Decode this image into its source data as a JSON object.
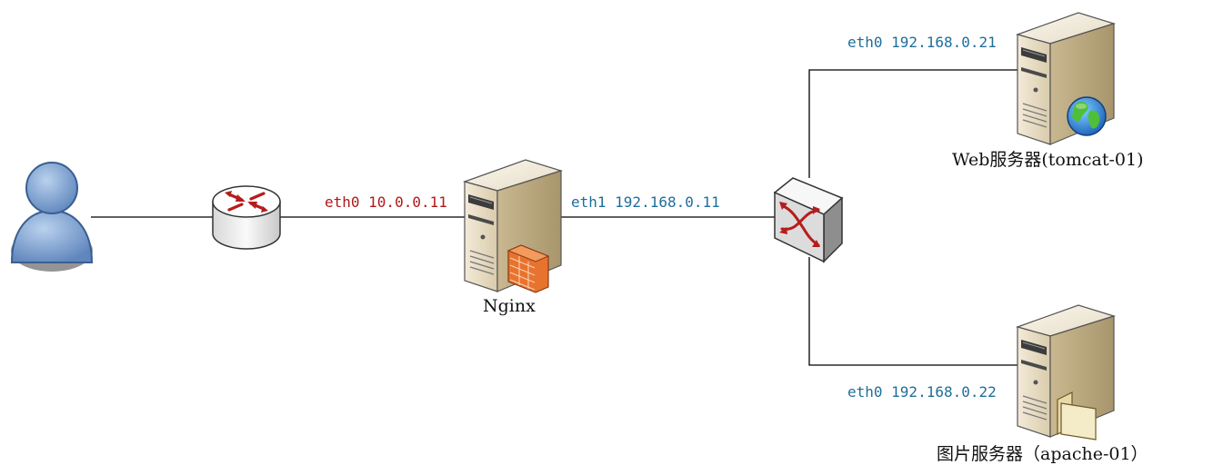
{
  "nodes": {
    "user": {
      "icon": "user-icon"
    },
    "router": {
      "icon": "router-icon"
    },
    "nginx": {
      "icon": "server-firewall-icon",
      "name": "Nginx"
    },
    "switch": {
      "icon": "switch-icon"
    },
    "tomcat": {
      "icon": "server-globe-icon",
      "name": "Web服务器(tomcat-01)"
    },
    "apache": {
      "icon": "server-folder-icon",
      "name": "图片服务器（apache-01）"
    }
  },
  "labels": {
    "nginx_eth0": "eth0 10.0.0.11",
    "nginx_eth1": "eth1 192.168.0.11",
    "tomcat_eth0": "eth0 192.168.0.21",
    "apache_eth0": "eth0 192.168.0.22"
  },
  "colors": {
    "external_ip": "#b01818",
    "internal_ip": "#1f6e9a",
    "line": "#000000"
  }
}
